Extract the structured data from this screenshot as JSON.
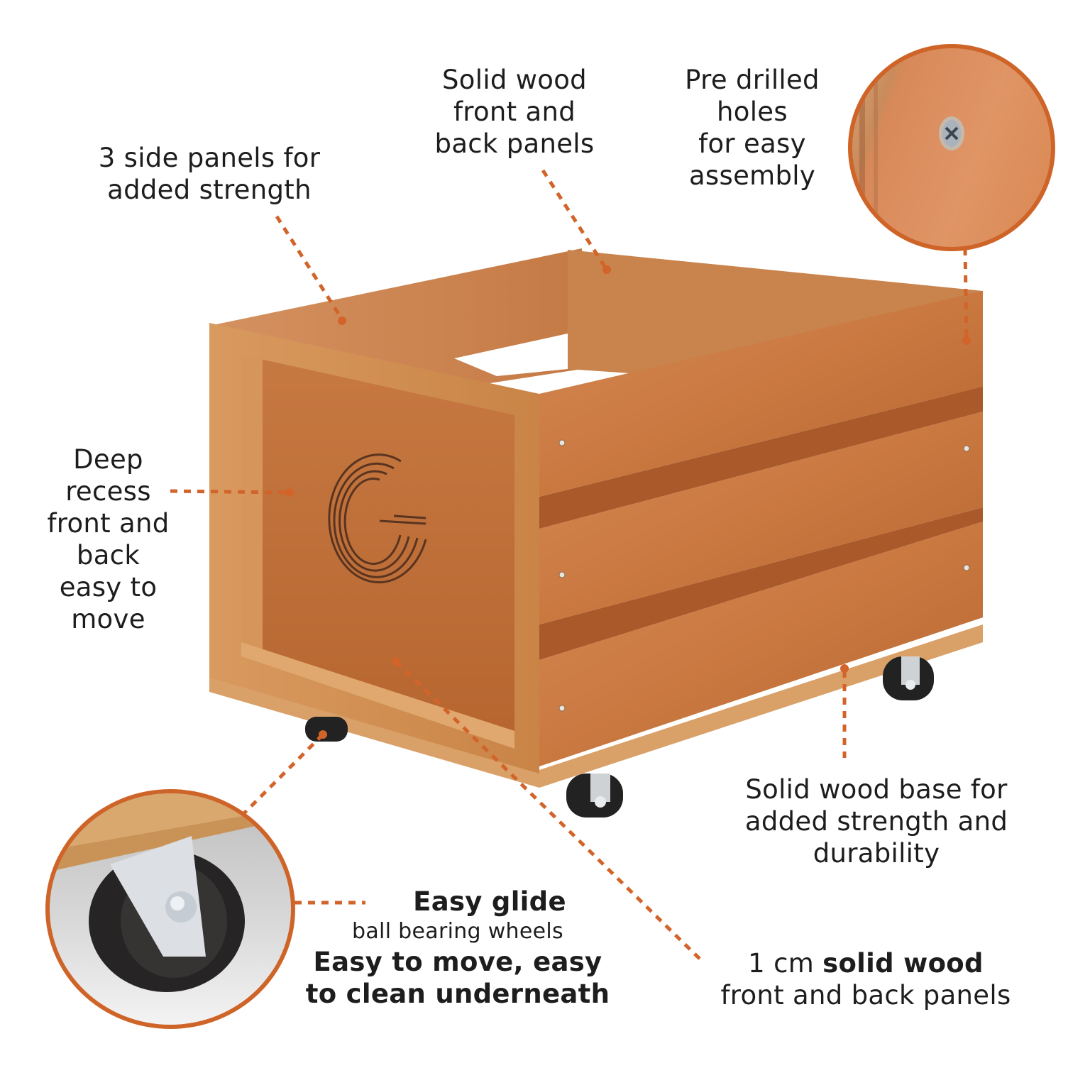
{
  "accent_color": "#D2642A",
  "text_color": "#1D1D1D",
  "callouts": {
    "side_panels": {
      "lines": [
        "3 side panels for",
        "added strength"
      ]
    },
    "front_back_panels": {
      "lines": [
        "Solid wood",
        "front and",
        "back panels"
      ]
    },
    "pre_drilled": {
      "lines": [
        "Pre drilled",
        "holes",
        "for easy",
        "assembly"
      ]
    },
    "deep_recess": {
      "lines": [
        "Deep",
        "recess",
        "front and",
        "back",
        "easy to",
        "move"
      ]
    },
    "base": {
      "lines": [
        "Solid wood base for",
        "added strength and",
        "durability"
      ]
    },
    "wheels": {
      "title": "Easy glide",
      "subtitle": "ball bearing wheels",
      "lines": [
        "Easy to move, easy",
        "to clean underneath"
      ]
    },
    "thickness": {
      "prefix": "1 cm",
      "bold": "solid wood",
      "line2": "front and back panels"
    }
  },
  "images": {
    "product": "wooden-record-crate-on-wheels",
    "detail_top_right": "screw-in-pre-drilled-hole",
    "detail_bottom_left": "ball-bearing-caster-wheel",
    "logo": "concentric-G-logo"
  }
}
